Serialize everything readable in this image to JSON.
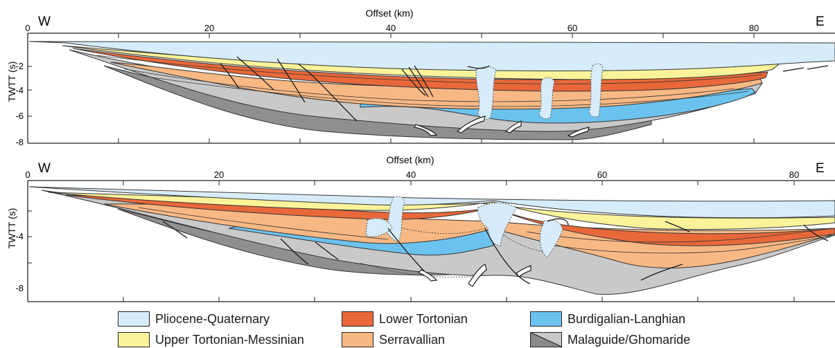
{
  "panels": [
    {
      "west_label": "W",
      "east_label": "E",
      "x_axis_title": "Offset (km)",
      "y_axis_title": "TWTT (s)",
      "x_ticks": [
        "0",
        "20",
        "40",
        "60",
        "80"
      ],
      "y_ticks": [
        "-4",
        "-8"
      ],
      "y_minor_ticks": [
        "-2",
        "-4",
        "-6",
        "-8"
      ]
    },
    {
      "west_label": "W",
      "east_label": "E",
      "x_axis_title": "Offset (km)",
      "y_axis_title": "TWTT (s)",
      "x_ticks": [
        "0",
        "20",
        "40",
        "60",
        "80"
      ],
      "y_ticks": [
        "-4",
        "-8"
      ]
    }
  ],
  "legend": [
    {
      "id": "pliocene",
      "label": "Pliocene-Quaternary",
      "color": "#d6ecfa"
    },
    {
      "id": "lower-tortonian",
      "label": "Lower Tortonian",
      "color": "#e8683a"
    },
    {
      "id": "burdigalian",
      "label": "Burdigalian-Langhian",
      "color": "#6cc2ee"
    },
    {
      "id": "upper-tortonian",
      "label": "Upper Tortonian-Messinian",
      "color": "#fbf39a"
    },
    {
      "id": "serravallian",
      "label": "Serravallian",
      "color": "#f8b884"
    },
    {
      "id": "malaguide",
      "label": "Malaguide/Ghomaride",
      "color_light": "#c8c8c8",
      "color_dark": "#8a8a8a"
    }
  ]
}
